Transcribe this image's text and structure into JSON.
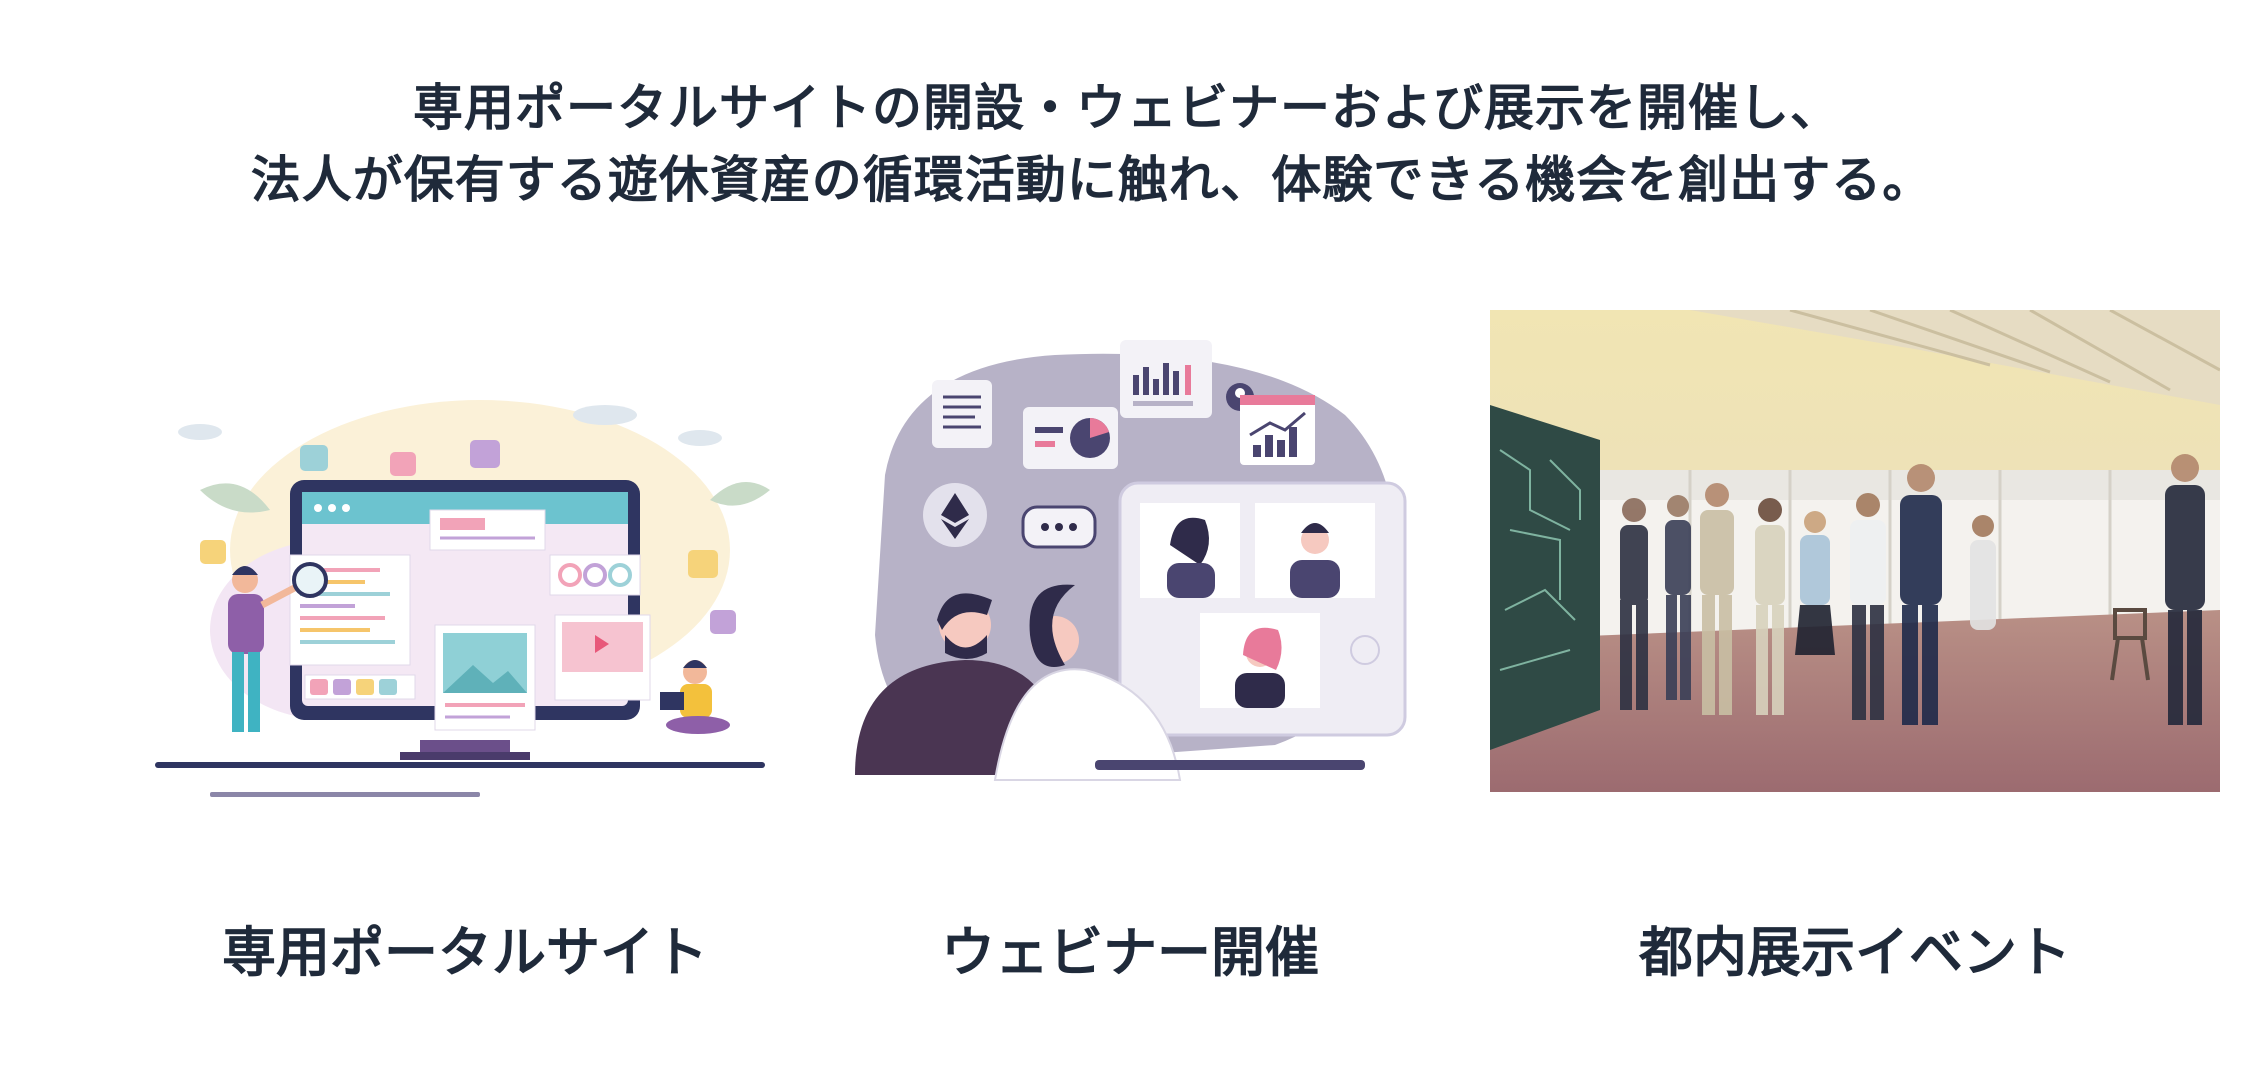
{
  "headline": {
    "line1": "専用ポータルサイトの開設・ウェビナーおよび展示を開催し、",
    "line2": "法人が保有する遊休資産の循環活動に触れ、体験できる機会を創出する。"
  },
  "items": [
    {
      "caption": "専用ポータルサイト",
      "illustration": "portal-website-illustration"
    },
    {
      "caption": "ウェビナー開催",
      "illustration": "webinar-illustration"
    },
    {
      "caption": "都内展示イベント",
      "illustration": "exhibition-hall-photo"
    }
  ],
  "colors": {
    "text": "#1f2a3a",
    "purple": "#8e6aa8",
    "navy": "#2f3561",
    "lavender": "#b7b2c7",
    "pink": "#e87a9a"
  }
}
